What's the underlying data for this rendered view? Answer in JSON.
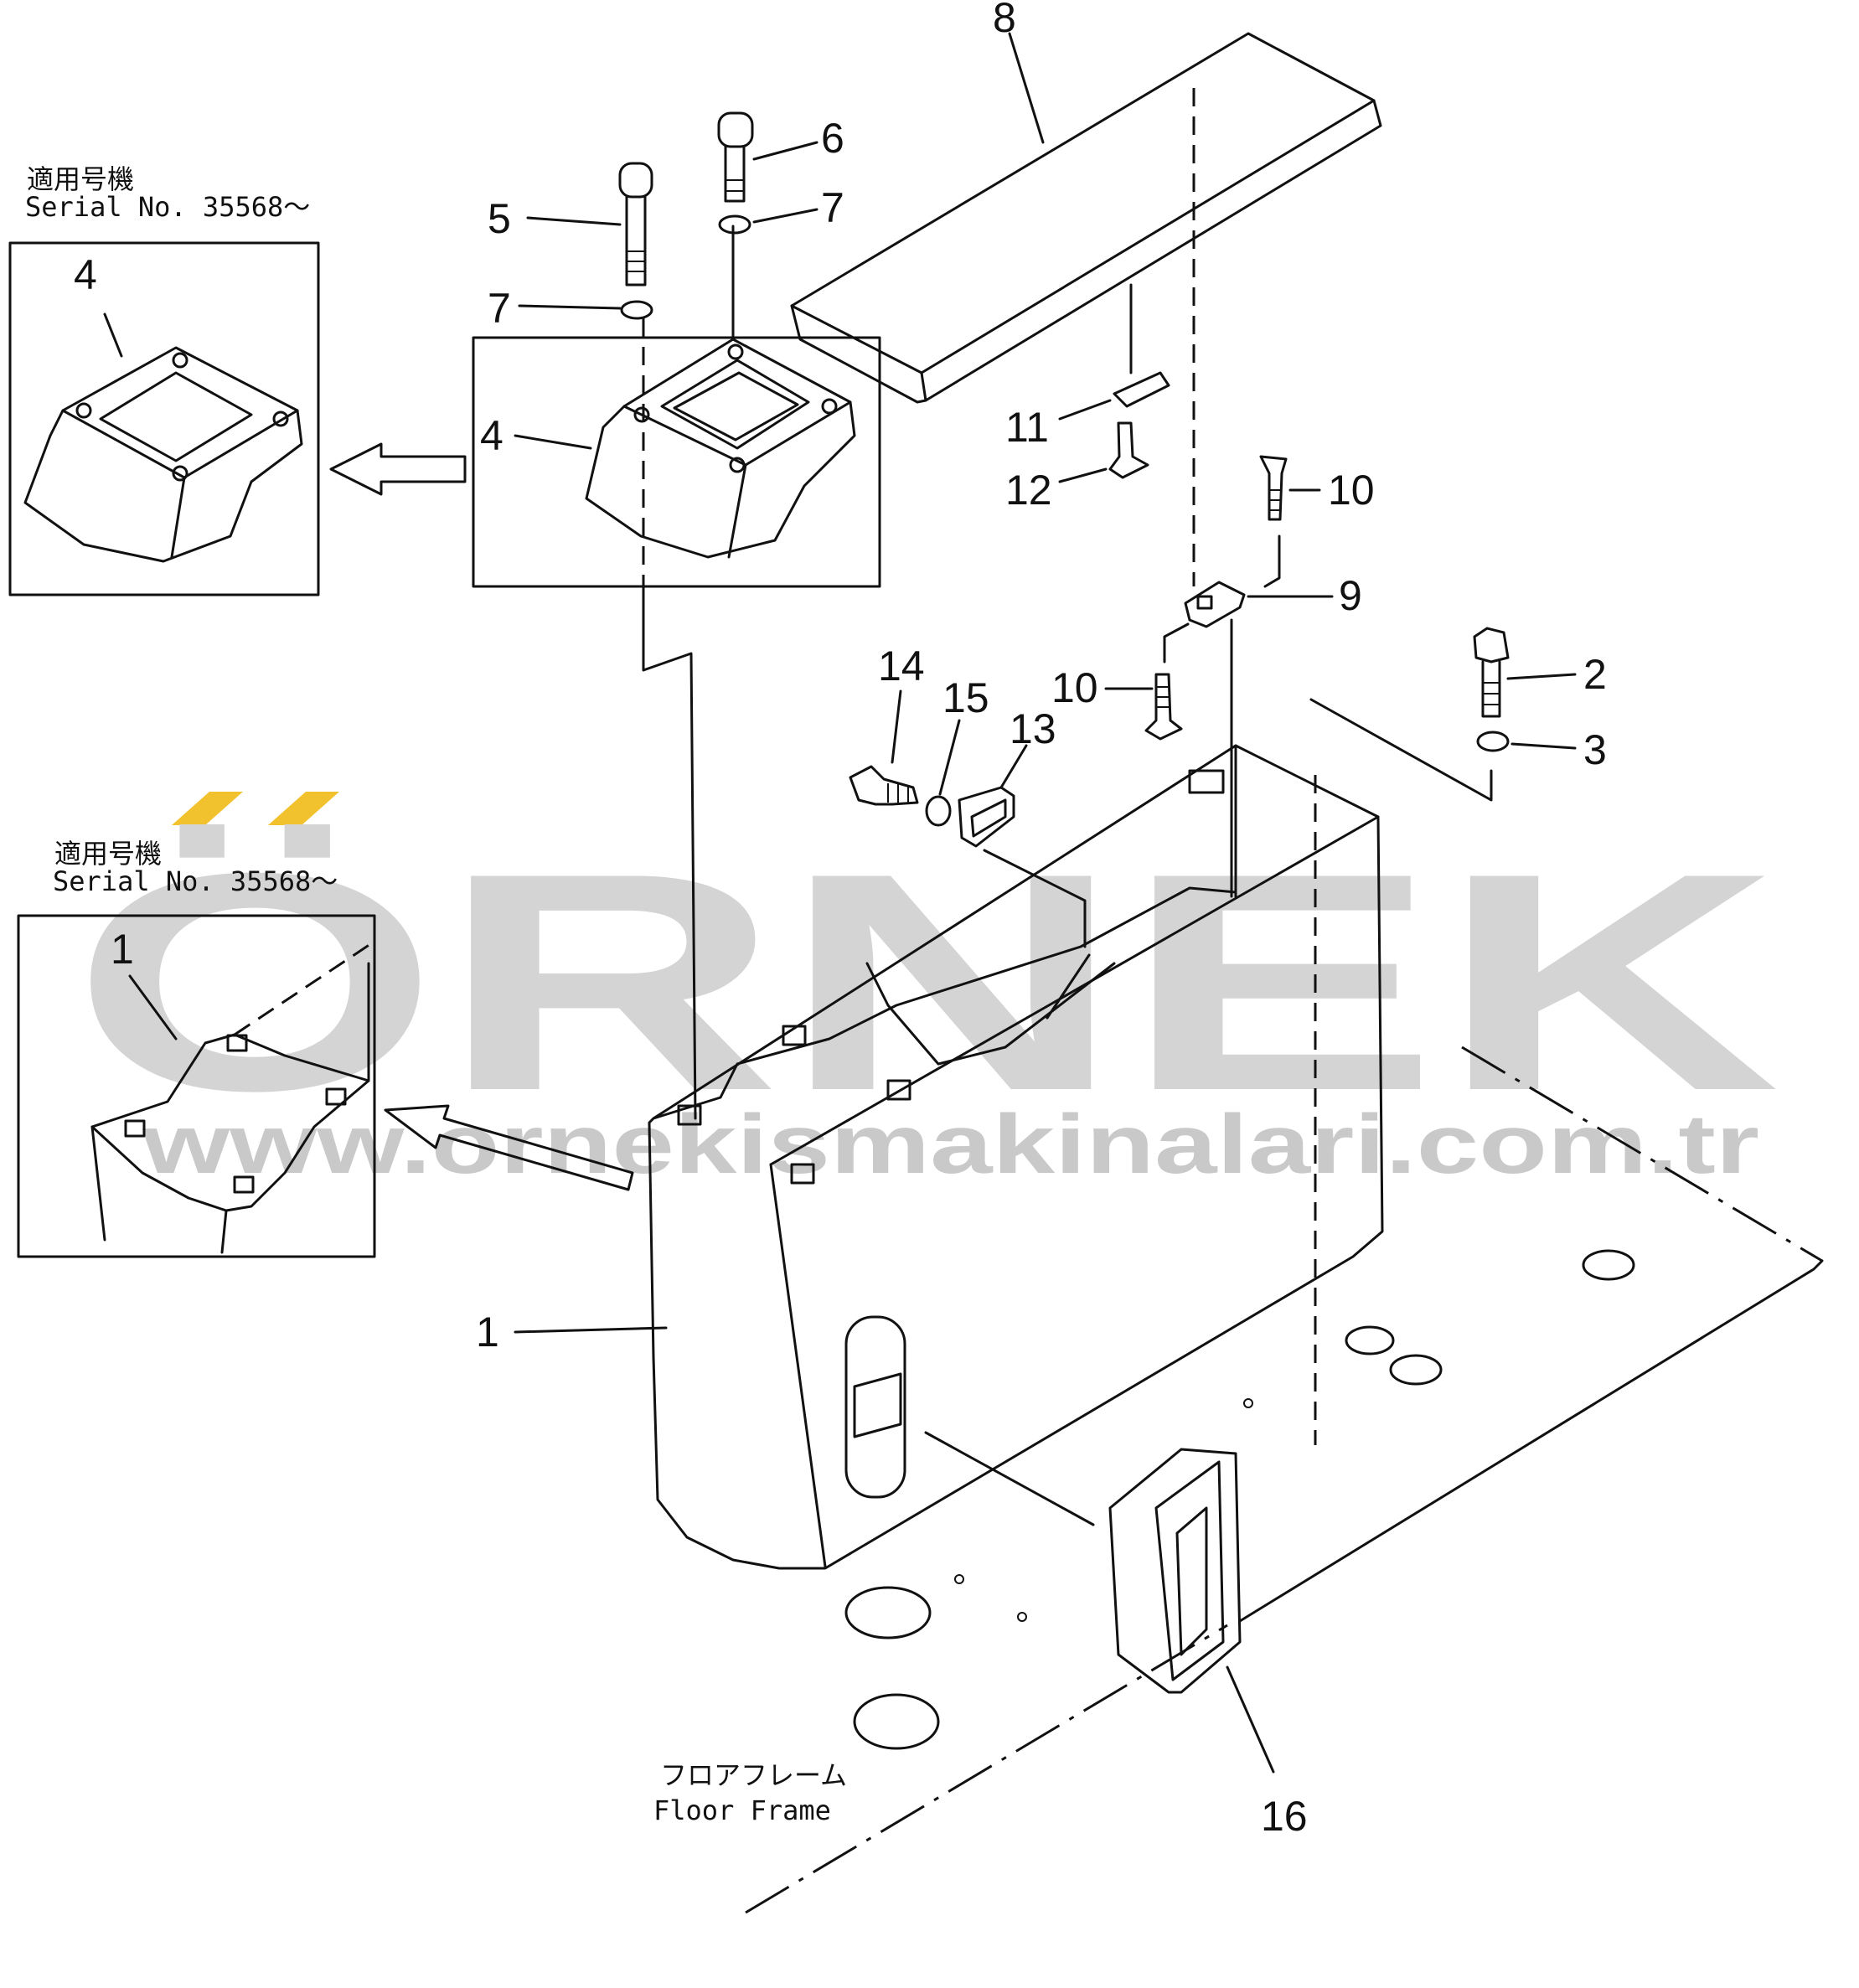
{
  "watermark": {
    "brand": "ÖRNEK",
    "url": "www.ornekismakinalari.com.tr",
    "accent_color": "#f2c12e",
    "text_color": "#d4d4d4"
  },
  "inset_top": {
    "label_jp": "適用号機",
    "label_serial": "Serial No. 35568～",
    "part_callout": "4"
  },
  "inset_bottom": {
    "label_jp": "適用号機",
    "label_serial": "Serial No. 35568～",
    "part_callout": "1"
  },
  "callouts": {
    "p1": "1",
    "p2": "2",
    "p3": "3",
    "p4": "4",
    "p5": "5",
    "p6": "6",
    "p7a": "7",
    "p7b": "7",
    "p8": "8",
    "p9": "9",
    "p10a": "10",
    "p10b": "10",
    "p11": "11",
    "p12": "12",
    "p13": "13",
    "p14": "14",
    "p15": "15",
    "p16": "16"
  },
  "floor_frame": {
    "label_jp": "フロアフレーム",
    "label_en": "Floor Frame"
  }
}
